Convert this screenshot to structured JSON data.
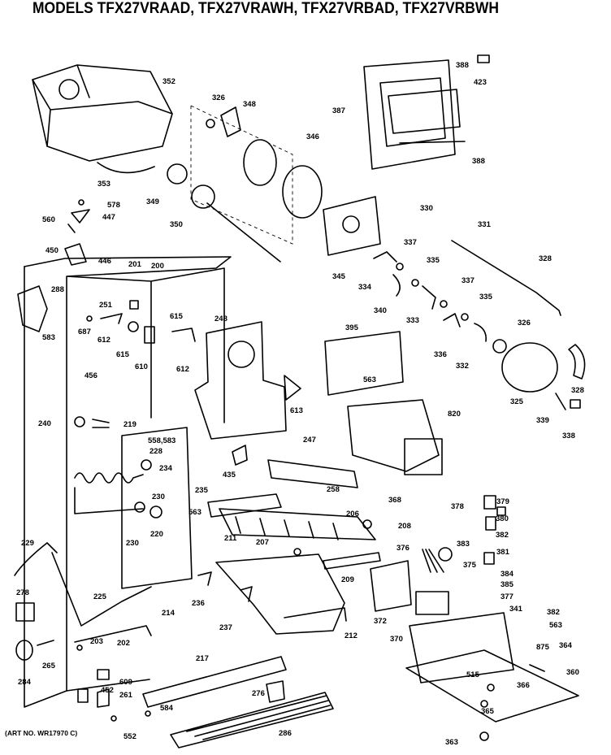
{
  "title": "MODELS TFX27VRAAD, TFX27VRAWH, TFX27VRBAD, TFX27VRBWH",
  "art_number": "(ART NO. WR17970 C)",
  "callouts": [
    {
      "id": "c352",
      "label": "352"
    },
    {
      "id": "c326a",
      "label": "326"
    },
    {
      "id": "c348",
      "label": "348"
    },
    {
      "id": "c346",
      "label": "346"
    },
    {
      "id": "c353",
      "label": "353"
    },
    {
      "id": "c349",
      "label": "349"
    },
    {
      "id": "c350",
      "label": "350"
    },
    {
      "id": "c388a",
      "label": "388"
    },
    {
      "id": "c423",
      "label": "423"
    },
    {
      "id": "c387",
      "label": "387"
    },
    {
      "id": "c388b",
      "label": "388"
    },
    {
      "id": "c578",
      "label": "578"
    },
    {
      "id": "c447",
      "label": "447"
    },
    {
      "id": "c560",
      "label": "560"
    },
    {
      "id": "c450",
      "label": "450"
    },
    {
      "id": "c446",
      "label": "446"
    },
    {
      "id": "c201",
      "label": "201"
    },
    {
      "id": "c200",
      "label": "200"
    },
    {
      "id": "c330",
      "label": "330"
    },
    {
      "id": "c331",
      "label": "331"
    },
    {
      "id": "c337a",
      "label": "337"
    },
    {
      "id": "c345",
      "label": "345"
    },
    {
      "id": "c334",
      "label": "334"
    },
    {
      "id": "c335a",
      "label": "335"
    },
    {
      "id": "c328a",
      "label": "328"
    },
    {
      "id": "c288",
      "label": "288"
    },
    {
      "id": "c251",
      "label": "251"
    },
    {
      "id": "c340",
      "label": "340"
    },
    {
      "id": "c333",
      "label": "333"
    },
    {
      "id": "c337b",
      "label": "337"
    },
    {
      "id": "c335b",
      "label": "335"
    },
    {
      "id": "c583",
      "label": "583"
    },
    {
      "id": "c615a",
      "label": "615"
    },
    {
      "id": "c248",
      "label": "248"
    },
    {
      "id": "c687",
      "label": "687"
    },
    {
      "id": "c612a",
      "label": "612"
    },
    {
      "id": "c615b",
      "label": "615"
    },
    {
      "id": "c395",
      "label": "395"
    },
    {
      "id": "c326b",
      "label": "326"
    },
    {
      "id": "c336",
      "label": "336"
    },
    {
      "id": "c332",
      "label": "332"
    },
    {
      "id": "c610",
      "label": "610"
    },
    {
      "id": "c612b",
      "label": "612"
    },
    {
      "id": "c563a",
      "label": "563"
    },
    {
      "id": "c328b",
      "label": "328"
    },
    {
      "id": "c456",
      "label": "456"
    },
    {
      "id": "c325",
      "label": "325"
    },
    {
      "id": "c613",
      "label": "613"
    },
    {
      "id": "c820",
      "label": "820"
    },
    {
      "id": "c339",
      "label": "339"
    },
    {
      "id": "c240",
      "label": "240"
    },
    {
      "id": "c219",
      "label": "219"
    },
    {
      "id": "c338",
      "label": "338"
    },
    {
      "id": "c558",
      "label": "558,583"
    },
    {
      "id": "c228",
      "label": "228"
    },
    {
      "id": "c247",
      "label": "247"
    },
    {
      "id": "c234",
      "label": "234"
    },
    {
      "id": "c435",
      "label": "435"
    },
    {
      "id": "c258",
      "label": "258"
    },
    {
      "id": "c235",
      "label": "235"
    },
    {
      "id": "c230a",
      "label": "230"
    },
    {
      "id": "c368",
      "label": "368"
    },
    {
      "id": "c378",
      "label": "378"
    },
    {
      "id": "c379",
      "label": "379"
    },
    {
      "id": "c206",
      "label": "206"
    },
    {
      "id": "c563b",
      "label": "563"
    },
    {
      "id": "c380",
      "label": "380"
    },
    {
      "id": "c208",
      "label": "208"
    },
    {
      "id": "c220",
      "label": "220"
    },
    {
      "id": "c230b",
      "label": "230"
    },
    {
      "id": "c382a",
      "label": "382"
    },
    {
      "id": "c211",
      "label": "211"
    },
    {
      "id": "c207",
      "label": "207"
    },
    {
      "id": "c383",
      "label": "383"
    },
    {
      "id": "c376",
      "label": "376"
    },
    {
      "id": "c381",
      "label": "381"
    },
    {
      "id": "c229",
      "label": "229"
    },
    {
      "id": "c375",
      "label": "375"
    },
    {
      "id": "c209",
      "label": "209"
    },
    {
      "id": "c384",
      "label": "384"
    },
    {
      "id": "c385",
      "label": "385"
    },
    {
      "id": "c377",
      "label": "377"
    },
    {
      "id": "c278",
      "label": "278"
    },
    {
      "id": "c236",
      "label": "236"
    },
    {
      "id": "c214",
      "label": "214"
    },
    {
      "id": "c372",
      "label": "372"
    },
    {
      "id": "c225",
      "label": "225"
    },
    {
      "id": "c341",
      "label": "341"
    },
    {
      "id": "c382b",
      "label": "382"
    },
    {
      "id": "c237",
      "label": "237"
    },
    {
      "id": "c212",
      "label": "212"
    },
    {
      "id": "c370",
      "label": "370"
    },
    {
      "id": "c563c",
      "label": "563"
    },
    {
      "id": "c202",
      "label": "202"
    },
    {
      "id": "c875",
      "label": "875"
    },
    {
      "id": "c203",
      "label": "203"
    },
    {
      "id": "c364",
      "label": "364"
    },
    {
      "id": "c265",
      "label": "265"
    },
    {
      "id": "c217",
      "label": "217"
    },
    {
      "id": "c360",
      "label": "360"
    },
    {
      "id": "c284",
      "label": "284"
    },
    {
      "id": "c609",
      "label": "609"
    },
    {
      "id": "c515",
      "label": "515"
    },
    {
      "id": "c366",
      "label": "366"
    },
    {
      "id": "c452",
      "label": "452"
    },
    {
      "id": "c261",
      "label": "261"
    },
    {
      "id": "c276",
      "label": "276"
    },
    {
      "id": "c584",
      "label": "584"
    },
    {
      "id": "c365",
      "label": "365"
    },
    {
      "id": "c552",
      "label": "552"
    },
    {
      "id": "c286",
      "label": "286"
    },
    {
      "id": "c363",
      "label": "363"
    }
  ]
}
